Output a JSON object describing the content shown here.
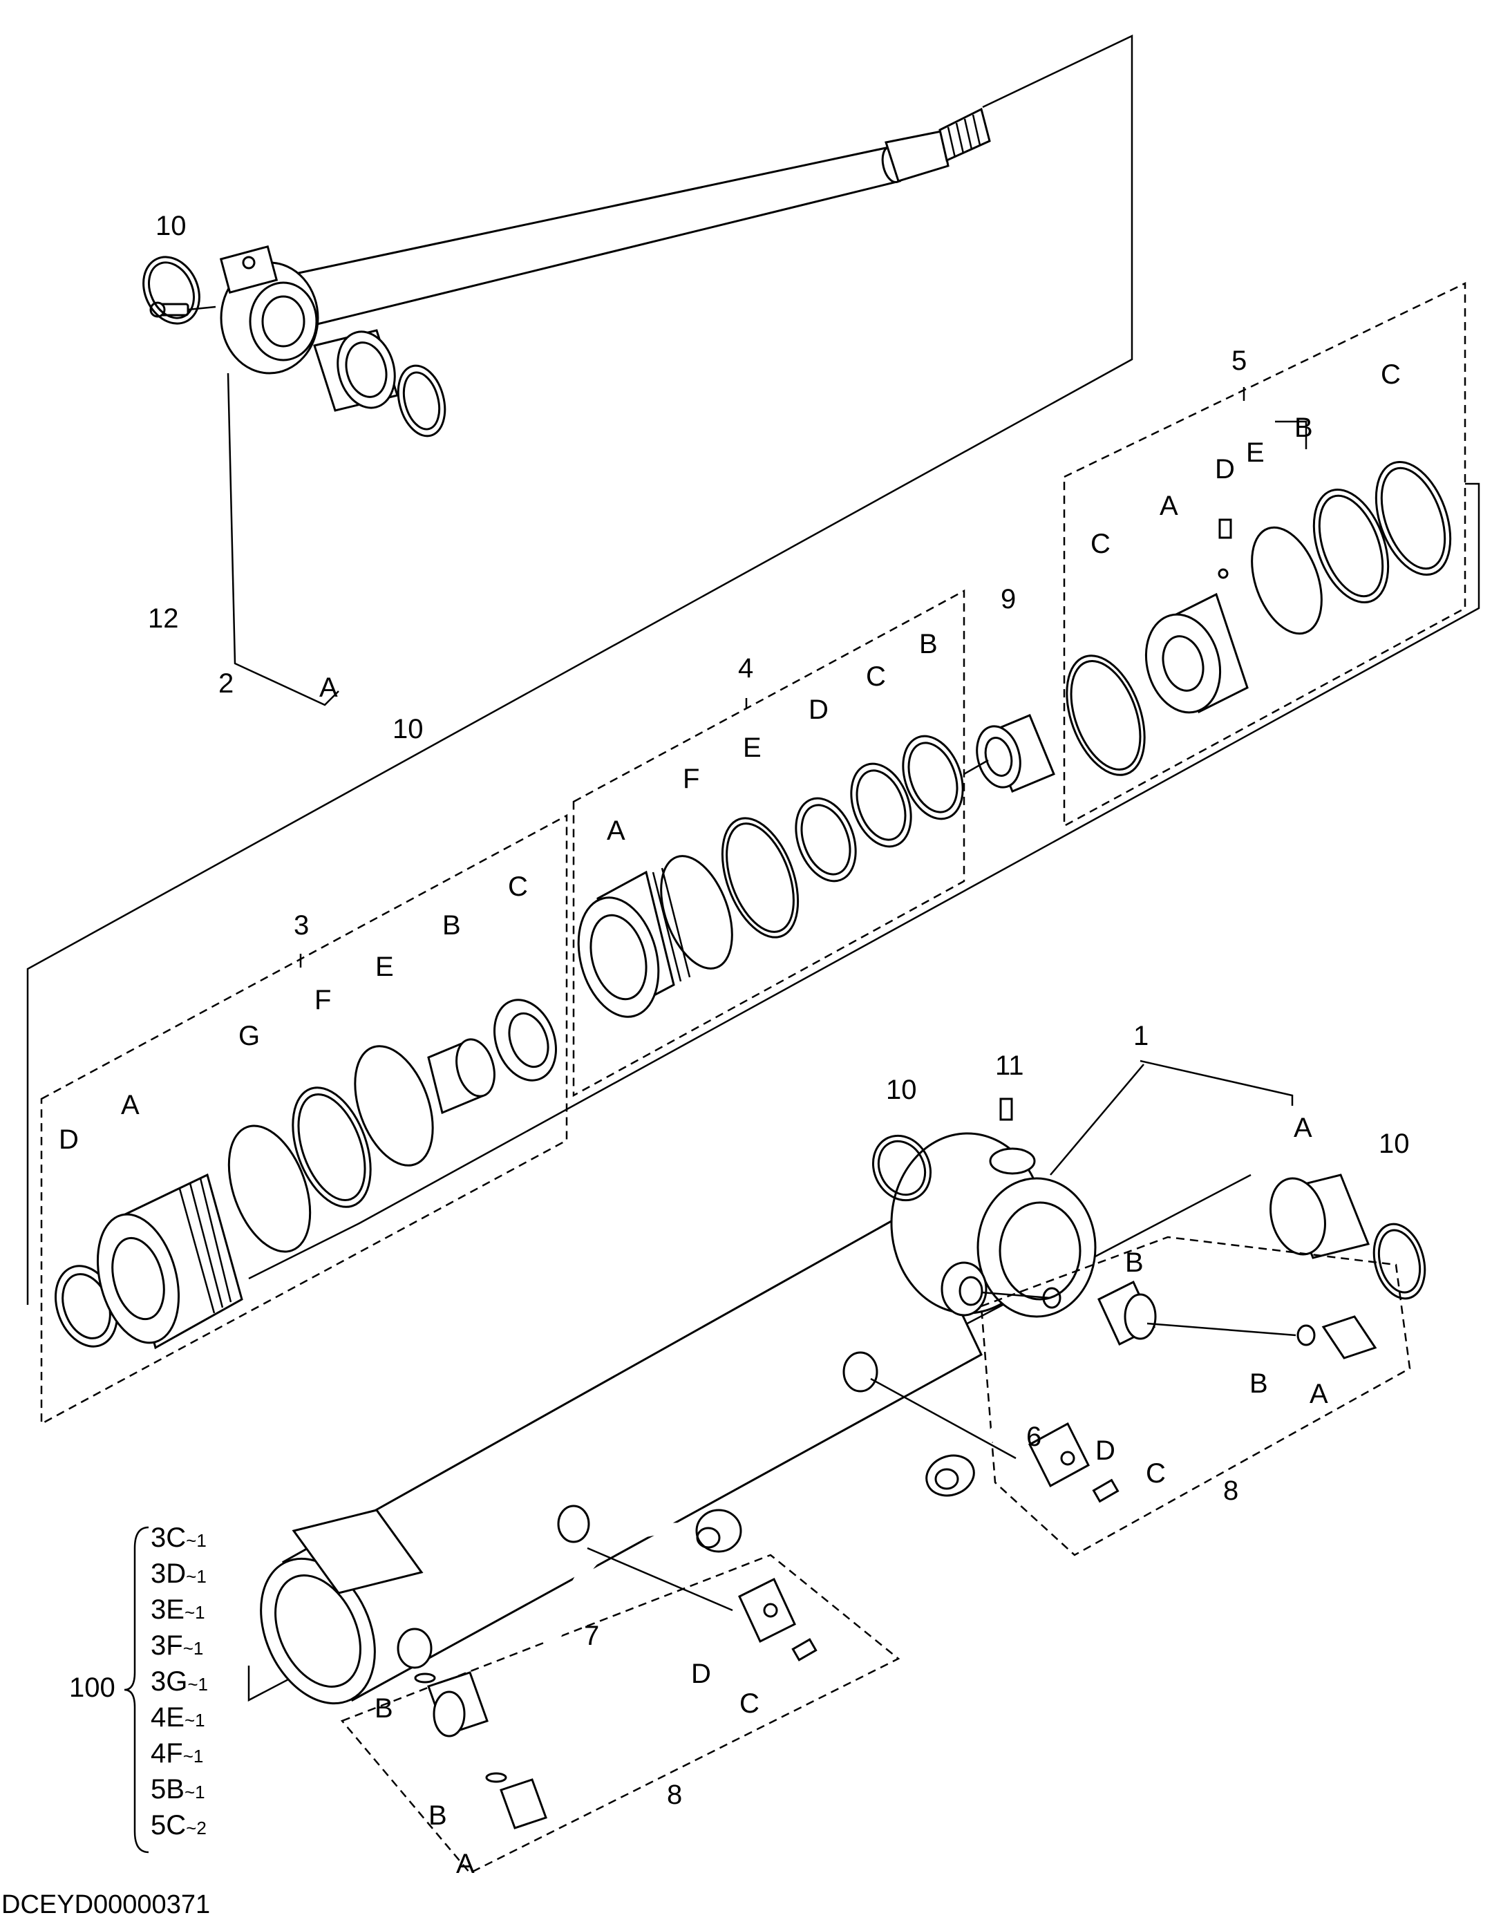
{
  "diagram_id": "DCEYD00000371",
  "callouts": {
    "n1": "1",
    "n2": "2",
    "n3": "3",
    "n4": "4",
    "n5": "5",
    "n6": "6",
    "n7": "7",
    "n8a": "8",
    "n8b": "8",
    "n9": "9",
    "n10a": "10",
    "n10b": "10",
    "n10c": "10",
    "n10d": "10",
    "n11": "11",
    "n12": "12"
  },
  "letters": {
    "rodA": "A",
    "g3_A": "A",
    "g3_B": "B",
    "g3_C": "C",
    "g3_D": "D",
    "g3_E": "E",
    "g3_F": "F",
    "g3_G": "G",
    "g4_A": "A",
    "g4_B": "B",
    "g4_C": "C",
    "g4_D": "D",
    "g4_E": "E",
    "g4_F": "F",
    "g5_A": "A",
    "g5_B": "B",
    "g5_C1": "C",
    "g5_C2": "C",
    "g5_D": "D",
    "g5_E": "E",
    "tubeA": "A",
    "p8r_A": "A",
    "p8r_B1": "B",
    "p8r_B2": "B",
    "p8r_C": "C",
    "p8r_D": "D",
    "p8l_A": "A",
    "p8l_B1": "B",
    "p8l_B2": "B",
    "p8l_C": "C",
    "p8l_D": "D"
  },
  "kit": {
    "number": "100",
    "items": [
      {
        "code": "3C",
        "qty": "1"
      },
      {
        "code": "3D",
        "qty": "1"
      },
      {
        "code": "3E",
        "qty": "1"
      },
      {
        "code": "3F",
        "qty": "1"
      },
      {
        "code": "3G",
        "qty": "1"
      },
      {
        "code": "4E",
        "qty": "1"
      },
      {
        "code": "4F",
        "qty": "1"
      },
      {
        "code": "5B",
        "qty": "1"
      },
      {
        "code": "5C",
        "qty": "2"
      }
    ]
  }
}
